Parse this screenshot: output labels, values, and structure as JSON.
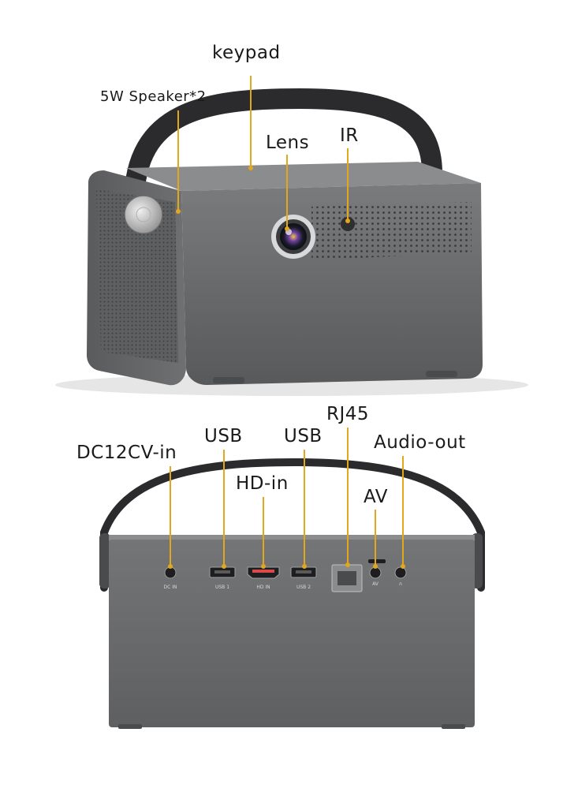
{
  "image": {
    "subject": "portable projector with carrying handle, front and rear views",
    "colors": {
      "body": "#6b6c6e",
      "body_dark": "#4a4b4d",
      "handle": "#2b2b2d",
      "callout_line": "#e0a81a",
      "background": "#ffffff"
    }
  },
  "front_view": {
    "callouts": {
      "keypad": "keypad",
      "speaker": "5W Speaker*2",
      "lens": "Lens",
      "ir": "IR"
    }
  },
  "rear_view": {
    "callouts": {
      "dc": "DC12CV-in",
      "usb1": "USB",
      "hd": "HD-in",
      "usb2": "USB",
      "rj45": "RJ45",
      "av": "AV",
      "audio": "Audio-out"
    },
    "port_labels": {
      "dc": "DC IN",
      "usb1": "USB 1",
      "hd": "HD  IN",
      "usb2": "USB 2",
      "av": "AV",
      "audio": "∩"
    }
  }
}
